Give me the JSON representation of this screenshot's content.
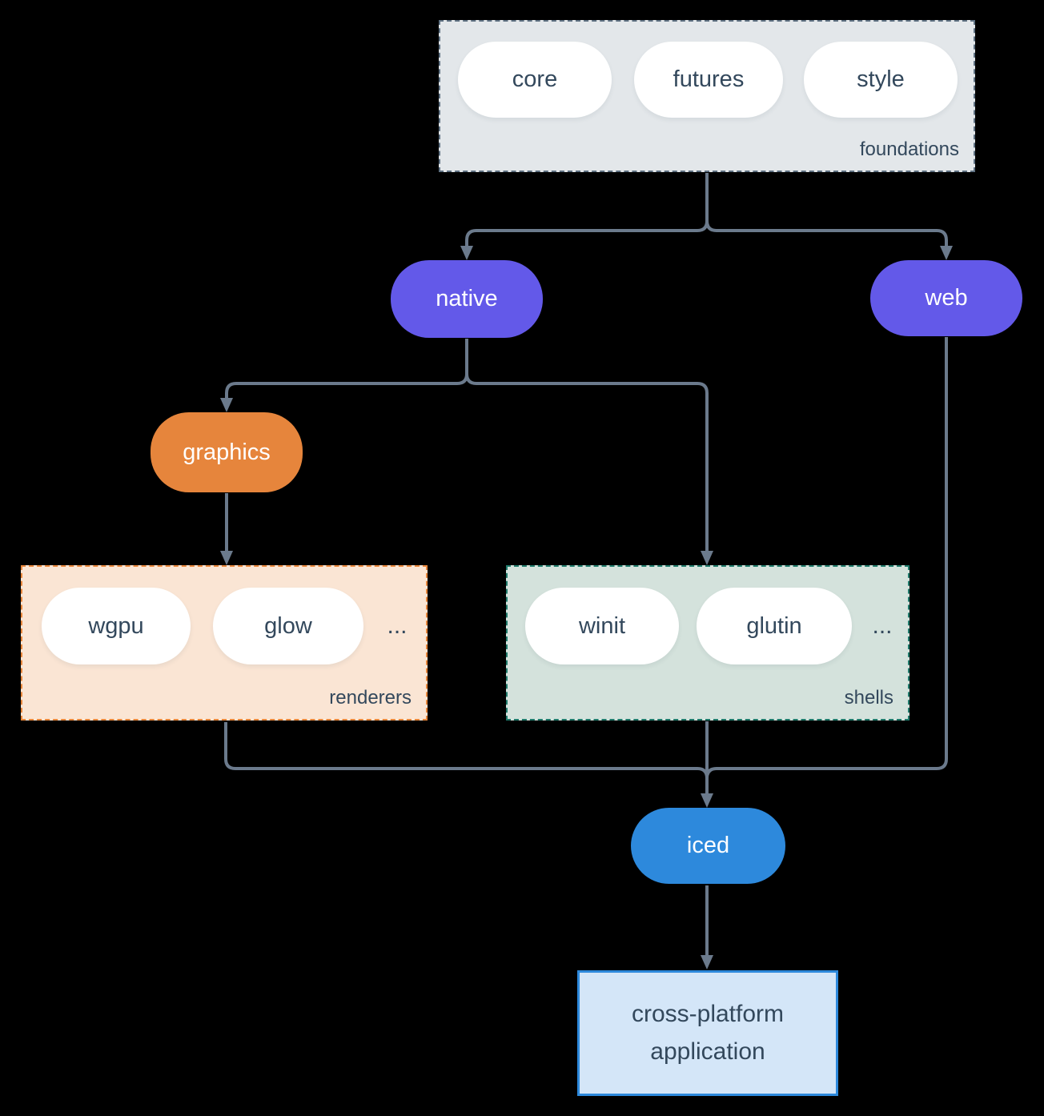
{
  "diagram": {
    "foundations": {
      "label": "foundations",
      "crates": [
        "core",
        "futures",
        "style"
      ]
    },
    "native": {
      "label": "native"
    },
    "web": {
      "label": "web"
    },
    "graphics": {
      "label": "graphics"
    },
    "renderers": {
      "label": "renderers",
      "crates": [
        "wgpu",
        "glow"
      ],
      "ellipsis": "..."
    },
    "shells": {
      "label": "shells",
      "crates": [
        "winit",
        "glutin"
      ],
      "ellipsis": "..."
    },
    "iced": {
      "label": "iced"
    },
    "application": {
      "line1": "cross-platform",
      "line2": "application"
    }
  },
  "colors": {
    "background": "#000000",
    "connector": "#6B7A8C",
    "purple": "#6359E9",
    "orange": "#E6853C",
    "blue": "#2D89DC",
    "foundations_bg": "#E3E7EA",
    "foundations_border": "#5E7081",
    "renderers_bg": "#FAE5D4",
    "renderers_border": "#E8873C",
    "shells_bg": "#D4E2DC",
    "shells_border": "#1F7A6B",
    "app_bg": "#D4E6F8",
    "app_border": "#2D89DC",
    "text_dark": "#33485C",
    "text_light": "#FFFFFF"
  }
}
